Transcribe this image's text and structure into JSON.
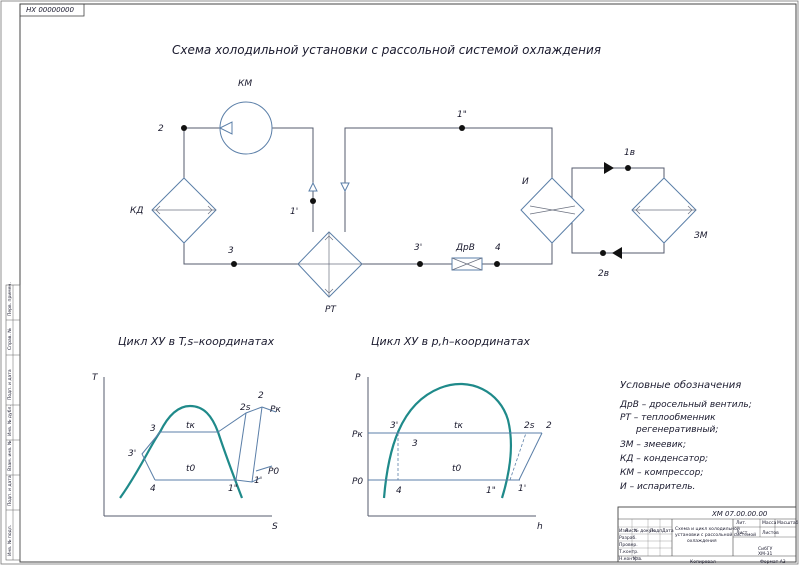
{
  "doc_code_corner": "00000000 ХН",
  "title": "Схема холодильной установки с рассольной системой охлаждения",
  "nodes": {
    "km": "КМ",
    "kd": "КД",
    "rt": "РТ",
    "drv": "ДрВ",
    "i": "И",
    "zm": "ЗМ"
  },
  "points": {
    "p2": "2",
    "p1pp": "1\"",
    "p1p": "1'",
    "p3": "3",
    "p3p": "3'",
    "p4": "4",
    "p1v": "1в",
    "p2v": "2в"
  },
  "ts_chart": {
    "title": "Цикл ХУ в T,s–координатах",
    "y_axis": "T",
    "x_axis": "S",
    "labels": {
      "p3": "3",
      "tk": "tк",
      "p2s": "2s",
      "p2": "2",
      "pk": "Pк",
      "p3p": "3'",
      "t0": "t0",
      "p0": "P0",
      "p1p": "1'",
      "p4": "4",
      "p1pp": "1\""
    }
  },
  "ph_chart": {
    "title": "Цикл ХУ в p,h–координатах",
    "y_axis": "P",
    "x_axis": "h",
    "pk": "Pк",
    "p0": "P0",
    "labels": {
      "p3p": "3'",
      "tk": "tк",
      "p2s": "2s",
      "p2": "2",
      "p3": "3",
      "t0": "t0",
      "p4": "4",
      "p1pp": "1\"",
      "p1p": "1'"
    }
  },
  "legend": {
    "heading": "Условные обозначения",
    "lines": [
      "ДрВ – дросельный вентиль;",
      "РТ –  теплообменник",
      "       регенеративный;",
      "ЗМ – змеевик;",
      "КД – конденсатор;",
      "КМ – компрессор;",
      "И – испаритель."
    ]
  },
  "stamp": {
    "code": "ХМ 07.00.00.00",
    "desc_lines": [
      "Схема и цикл холодильной",
      "установки с рассольной системой",
      "охлаждения"
    ],
    "org_lines": [
      "СибГУ",
      "ХМ-31"
    ],
    "small_cells": [
      "Изм.",
      "Лист",
      "№ докум.",
      "Подп.",
      "Дата",
      "Разраб.",
      "Провер.",
      "Т.контр.",
      "Н.контр.",
      "Утв.",
      "Лит.",
      "Масса",
      "Масштаб",
      "Лист",
      "Листов"
    ],
    "footer": [
      "Копировал",
      "Формат  А3"
    ]
  },
  "side_strip": [
    "Перв. примен.",
    "Справ. №",
    "Подп. и дата",
    "Инв. № дубл.",
    "Взам. инв. №",
    "Подп. и дата",
    "Инв. № подл."
  ]
}
